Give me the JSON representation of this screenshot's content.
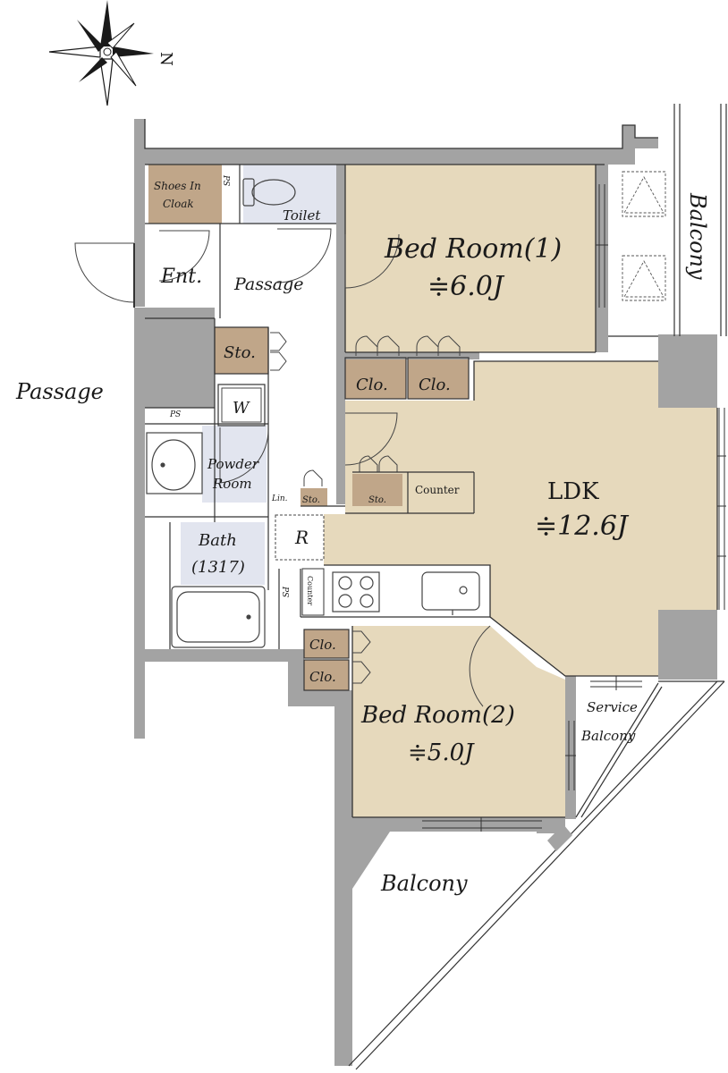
{
  "compass": {
    "north_label": "N"
  },
  "rooms": {
    "bedroom1": {
      "name": "Bed Room(1)",
      "size": "≑6.0J"
    },
    "bedroom2": {
      "name": "Bed Room(2)",
      "size": "≑5.0J"
    },
    "ldk": {
      "name": "LDK",
      "size": "≑12.6J"
    },
    "shoes_cloak_line1": "Shoes In",
    "shoes_cloak_line2": "Cloak",
    "toilet": "Toilet",
    "entrance": "Ent.",
    "passage_inner": "Passage",
    "passage_outer": "Passage",
    "storage": "Sto.",
    "closet": "Clo.",
    "washer": "W",
    "ps": "PS",
    "powder_line1": "Powder",
    "powder_line2": "Room",
    "linen": "Lin.",
    "sto_small": "Sto.",
    "counter": "Counter",
    "counter_vertical": "Counter",
    "refrigerator": "R",
    "bath_line1": "Bath",
    "bath_line2": "(1317)",
    "service_balcony_line1": "Service",
    "service_balcony_line2": "Balcony",
    "balcony_east": "Balcony",
    "balcony_south": "Balcony"
  },
  "colors": {
    "room_floor": "#e6d9bc",
    "wet_area": "#e2e5ef",
    "storage_fill": "#c0a689",
    "wall": "#a3a3a3",
    "wall_outline": "#333333"
  }
}
